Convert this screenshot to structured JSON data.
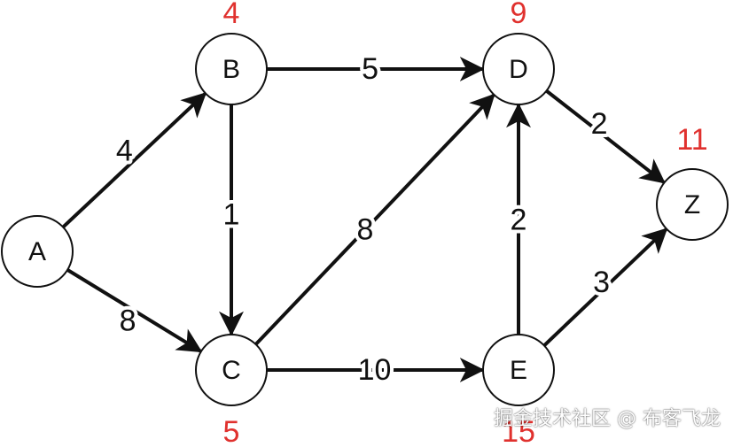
{
  "colors": {
    "line": "#111111",
    "node_fill": "#ffffff",
    "distance": "#e0312e"
  },
  "nodes": [
    {
      "id": "A",
      "label": "A",
      "distance": ""
    },
    {
      "id": "B",
      "label": "B",
      "distance": "4"
    },
    {
      "id": "C",
      "label": "C",
      "distance": "5"
    },
    {
      "id": "D",
      "label": "D",
      "distance": "9"
    },
    {
      "id": "E",
      "label": "E",
      "distance": "15"
    },
    {
      "id": "Z",
      "label": "Z",
      "distance": "11"
    }
  ],
  "edges": [
    {
      "from": "A",
      "to": "B",
      "weight": "4"
    },
    {
      "from": "A",
      "to": "C",
      "weight": "8"
    },
    {
      "from": "B",
      "to": "D",
      "weight": "5"
    },
    {
      "from": "B",
      "to": "C",
      "weight": "1"
    },
    {
      "from": "C",
      "to": "D",
      "weight": "8"
    },
    {
      "from": "C",
      "to": "E",
      "weight": "10"
    },
    {
      "from": "E",
      "to": "D",
      "weight": "2"
    },
    {
      "from": "D",
      "to": "Z",
      "weight": "2"
    },
    {
      "from": "E",
      "to": "Z",
      "weight": "3"
    }
  ],
  "watermark": "掘金技术社区 @ 布客飞龙"
}
